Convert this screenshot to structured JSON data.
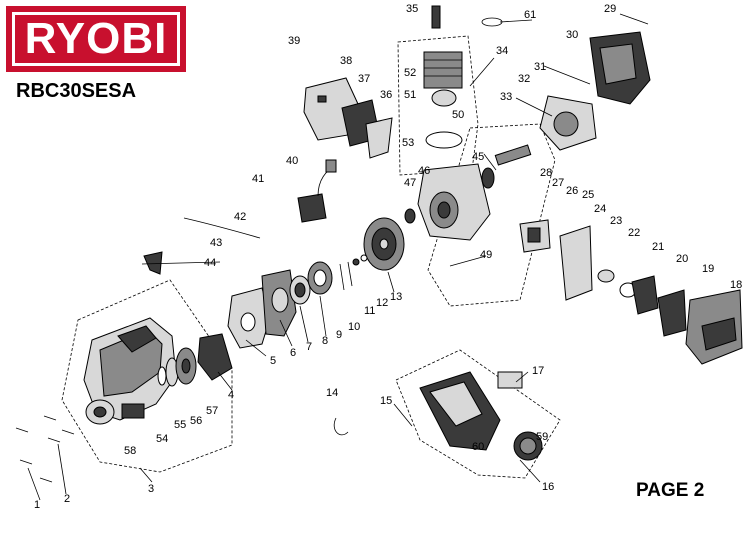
{
  "brand": "RYOBI",
  "model": "RBC30SESA",
  "page_label": "PAGE 2",
  "colors": {
    "brand_red": "#c8102e",
    "part_dark": "#3a3a3a",
    "part_mid": "#8a8a8a",
    "part_light": "#d8d8d8"
  },
  "callouts": {
    "c1": "1",
    "c2": "2",
    "c3": "3",
    "c4": "4",
    "c5": "5",
    "c6": "6",
    "c7": "7",
    "c8": "8",
    "c9": "9",
    "c10": "10",
    "c11": "11",
    "c12": "12",
    "c13": "13",
    "c14": "14",
    "c15": "15",
    "c16": "16",
    "c17": "17",
    "c18": "18",
    "c19": "19",
    "c20": "20",
    "c21": "21",
    "c22": "22",
    "c23": "23",
    "c24": "24",
    "c25": "25",
    "c26": "26",
    "c27": "27",
    "c28": "28",
    "c29": "29",
    "c30": "30",
    "c31": "31",
    "c32": "32",
    "c33": "33",
    "c34": "34",
    "c35": "35",
    "c36": "36",
    "c37": "37",
    "c38": "38",
    "c39": "39",
    "c40": "40",
    "c41": "41",
    "c42": "42",
    "c43": "43",
    "c44": "44",
    "c45": "45",
    "c46": "46",
    "c47": "47",
    "c49": "49",
    "c50": "50",
    "c51": "51",
    "c52": "52",
    "c53": "53",
    "c54": "54",
    "c55": "55",
    "c56": "56",
    "c57": "57",
    "c58": "58",
    "c59": "59",
    "c60": "60",
    "c61": "61"
  }
}
